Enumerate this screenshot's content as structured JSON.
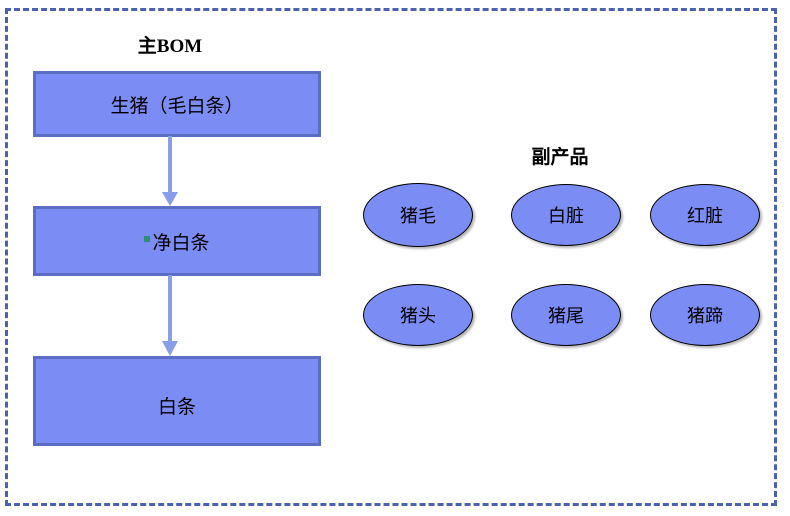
{
  "diagram": {
    "frame": {
      "border_style": "dashed",
      "border_color": "#4a62b0"
    },
    "colors": {
      "shape_fill": "#7b8cf4",
      "box_border": "#5c6ec4",
      "arrow": "#8a9de8",
      "frame_border": "#4a62b0",
      "bullet_marker": "#2f9070",
      "ellipse_border": "#000000",
      "text": "#000000"
    },
    "main_bom": {
      "title": "主BOM",
      "steps": [
        {
          "label": "生猪（毛白条）",
          "has_bullet": false
        },
        {
          "label": "净白条",
          "has_bullet": true
        },
        {
          "label": "白条",
          "has_bullet": false
        }
      ],
      "connectors": [
        {
          "from": "生猪（毛白条）",
          "to": "净白条",
          "direction": "down"
        },
        {
          "from": "净白条",
          "to": "白条",
          "direction": "down"
        }
      ]
    },
    "byproducts": {
      "title": "副产品",
      "items": [
        {
          "label": "猪毛"
        },
        {
          "label": "白脏"
        },
        {
          "label": "红脏"
        },
        {
          "label": "猪头"
        },
        {
          "label": "猪尾"
        },
        {
          "label": "猪蹄"
        }
      ]
    }
  }
}
